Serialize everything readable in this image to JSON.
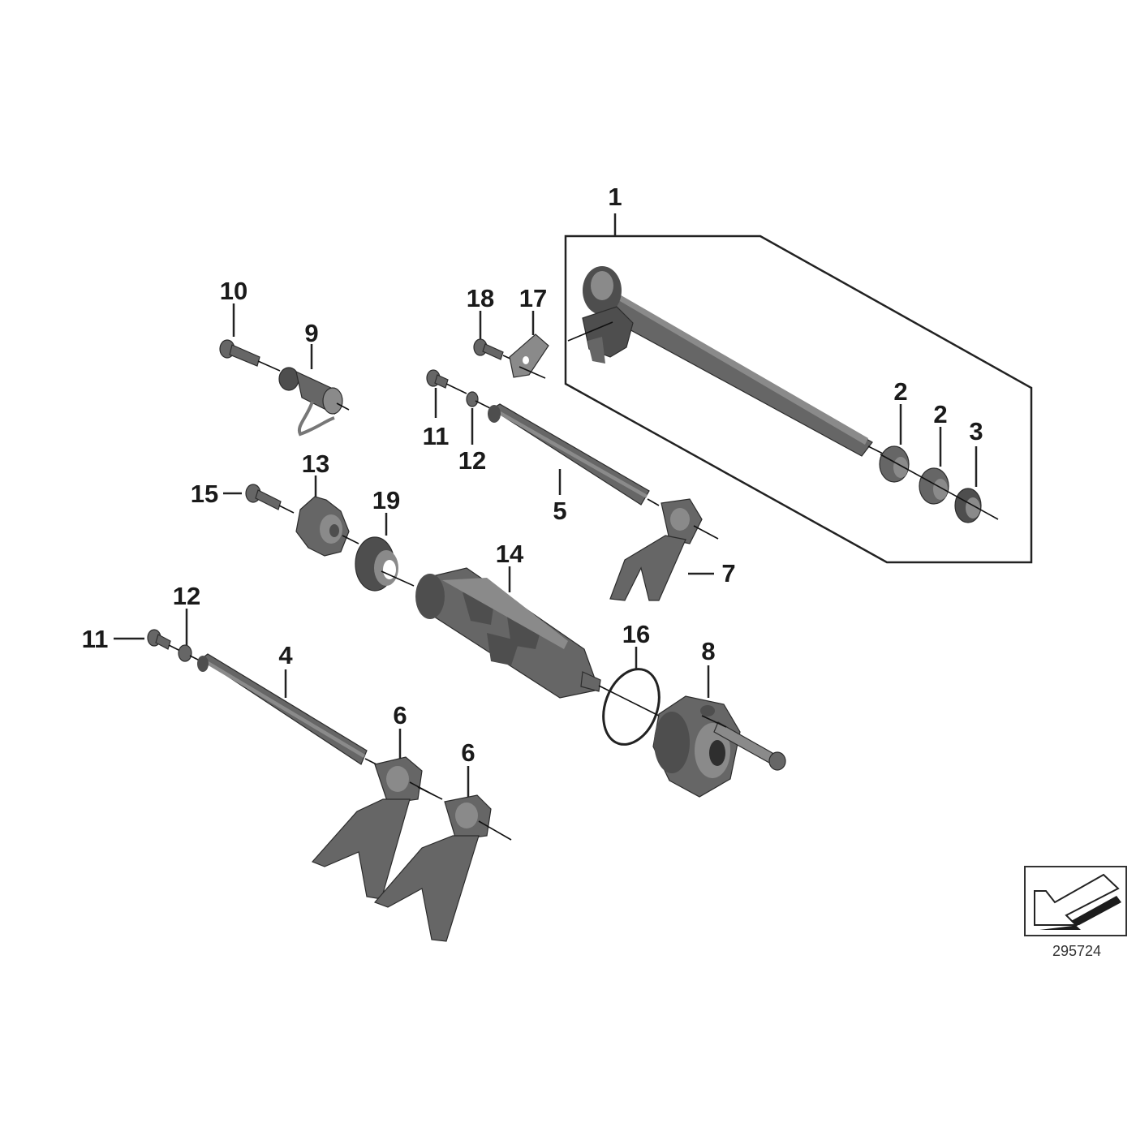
{
  "callouts": [
    {
      "id": "1",
      "label": "1"
    },
    {
      "id": "2a",
      "label": "2"
    },
    {
      "id": "2b",
      "label": "2"
    },
    {
      "id": "3",
      "label": "3"
    },
    {
      "id": "4",
      "label": "4"
    },
    {
      "id": "5",
      "label": "5"
    },
    {
      "id": "6a",
      "label": "6"
    },
    {
      "id": "6b",
      "label": "6"
    },
    {
      "id": "7",
      "label": "7"
    },
    {
      "id": "8",
      "label": "8"
    },
    {
      "id": "9",
      "label": "9"
    },
    {
      "id": "10",
      "label": "10"
    },
    {
      "id": "11a",
      "label": "11"
    },
    {
      "id": "11b",
      "label": "11"
    },
    {
      "id": "12a",
      "label": "12"
    },
    {
      "id": "12b",
      "label": "12"
    },
    {
      "id": "13",
      "label": "13"
    },
    {
      "id": "14",
      "label": "14"
    },
    {
      "id": "15",
      "label": "15"
    },
    {
      "id": "16",
      "label": "16"
    },
    {
      "id": "17",
      "label": "17"
    },
    {
      "id": "18",
      "label": "18"
    },
    {
      "id": "19",
      "label": "19"
    }
  ],
  "catalog_number": "295724",
  "orientation_icon": "direction-arrow-icon"
}
